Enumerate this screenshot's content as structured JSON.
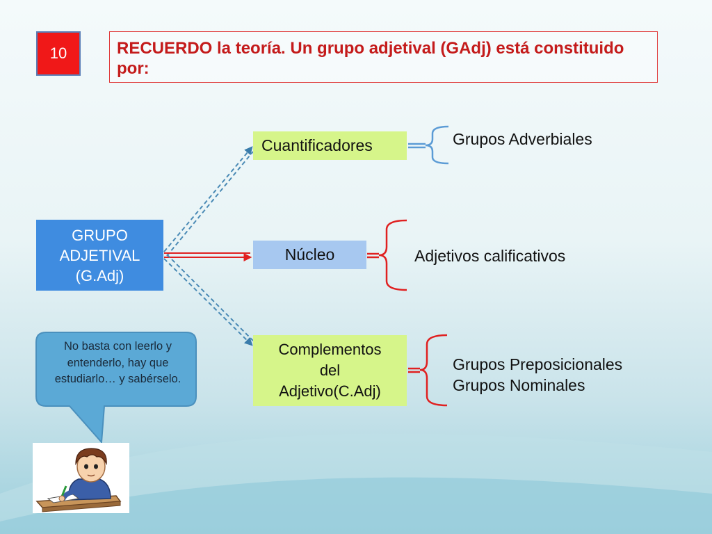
{
  "slide_number": "10",
  "title": "RECUERDO la teoría. Un grupo adjetival (GAdj) está constituido por:",
  "root": {
    "lines": [
      "GRUPO",
      "ADJETIVAL",
      "(G.Adj)"
    ]
  },
  "branches": [
    {
      "label_lines": [
        "Cuantificadores"
      ],
      "results": [
        "Grupos Adverbiales"
      ]
    },
    {
      "label_lines": [
        "Núcleo"
      ],
      "results": [
        "Adjetivos calificativos"
      ]
    },
    {
      "label_lines": [
        "Complementos",
        "del",
        "Adjetivo(C.Adj)"
      ],
      "results": [
        "Grupos Preposicionales",
        "Grupos Nominales"
      ]
    }
  ],
  "speech_bubble": "No basta con leerlo y entenderlo, hay que estudiarlo… y sabérselo.",
  "colors": {
    "accent_red": "#e02020",
    "title_text": "#c41b1b",
    "root_fill": "#3f8ce0",
    "green_fill": "#d6f58a",
    "blue_fill": "#a7c8f0",
    "dashed_arrow": "#4a8ab5",
    "brace_blue": "#5b9bd5",
    "bubble_fill": "#5ba9d6"
  }
}
